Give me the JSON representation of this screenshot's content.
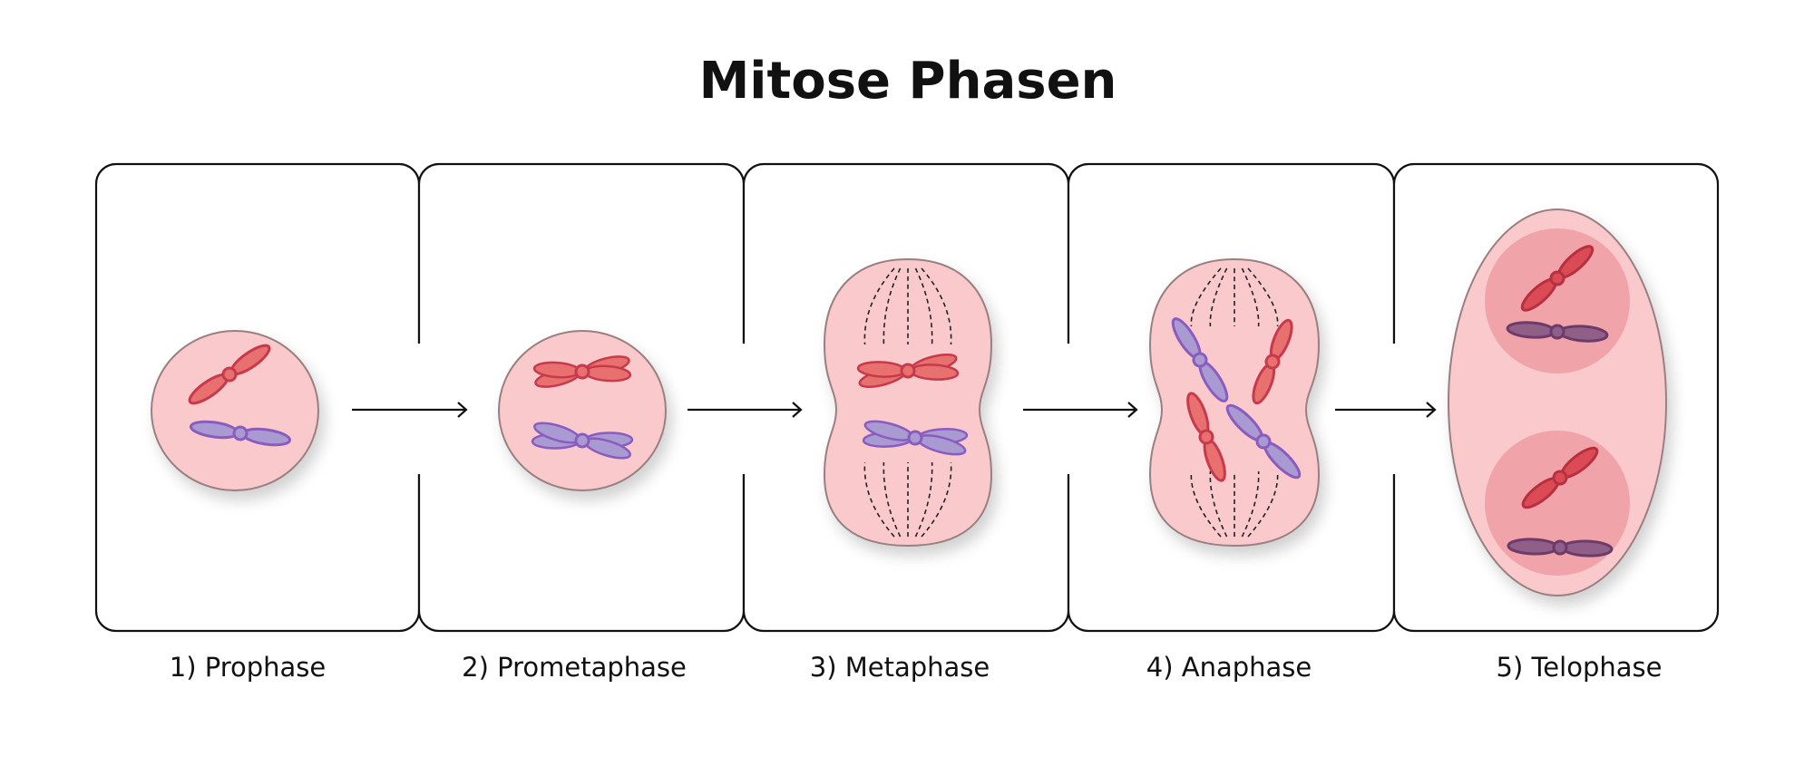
{
  "title": "Mitose Phasen",
  "phases": [
    {
      "label": "1) Prophase"
    },
    {
      "label": "2) Prometaphase"
    },
    {
      "label": "3) Metaphase"
    },
    {
      "label": "4) Anaphase"
    },
    {
      "label": "5) Telophase"
    }
  ],
  "colors": {
    "cell_fill": "#f9c9cc",
    "nucleus_fill": "#f0a3a9",
    "chromosome_red": "#e8706e",
    "chromosome_red_stroke": "#c63a4c",
    "chromosome_purple": "#a99ad2",
    "chromosome_purple_stroke": "#8a5cbf",
    "telophase_red": "#db4b55",
    "telophase_purple": "#8f5f88"
  }
}
